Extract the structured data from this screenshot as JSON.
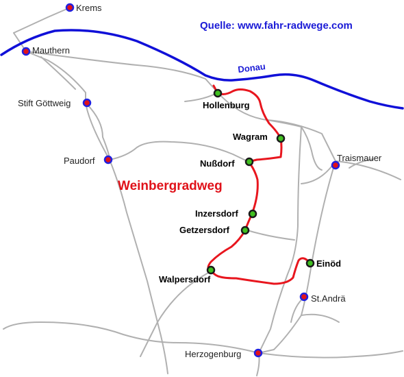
{
  "source_note": "Quelle: www.fahr-radwege.com",
  "route_title": "Weinbergradweg",
  "river": {
    "name": "Donau"
  },
  "colors": {
    "river": "#1010d8",
    "route": "#e8161e",
    "roads": "#b0b0b0",
    "town_dot_fill": "#e0121a",
    "town_dot_ring": "#2020e0",
    "stop_dot_fill": "#40c020",
    "stop_dot_ring": "#1a1a1a"
  },
  "towns": [
    {
      "id": "krems",
      "name": "Krems"
    },
    {
      "id": "mauthern",
      "name": "Mauthern"
    },
    {
      "id": "stift-goettweig",
      "name": "Stift Göttweig"
    },
    {
      "id": "paudorf",
      "name": "Paudorf"
    },
    {
      "id": "traismauer",
      "name": "Traismauer"
    },
    {
      "id": "st-andrae",
      "name": "St.Andrä"
    },
    {
      "id": "herzogenburg",
      "name": "Herzogenburg"
    }
  ],
  "route_stops": [
    {
      "id": "hollenburg",
      "name": "Hollenburg"
    },
    {
      "id": "wagram",
      "name": "Wagram"
    },
    {
      "id": "nussdorf",
      "name": "Nußdorf"
    },
    {
      "id": "inzersdorf",
      "name": "Inzersdorf"
    },
    {
      "id": "getzersdorf",
      "name": "Getzersdorf"
    },
    {
      "id": "walpersdorf",
      "name": "Walpersdorf"
    },
    {
      "id": "einoed",
      "name": "Einöd"
    }
  ]
}
